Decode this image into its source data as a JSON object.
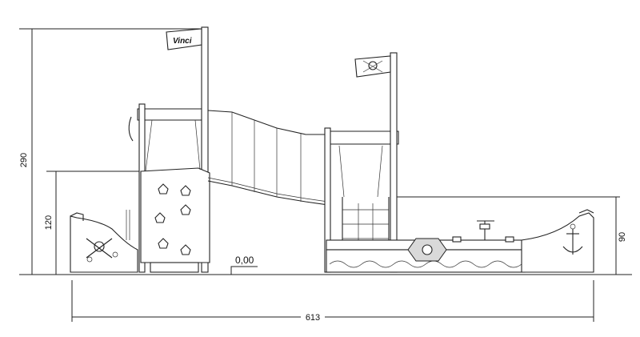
{
  "drawing": {
    "brand_text": "Vinci",
    "dimensions": {
      "overall_height": "290",
      "platform_height_left": "120",
      "platform_height_right": "90",
      "ground_level": "0,00",
      "overall_length": "613"
    }
  }
}
